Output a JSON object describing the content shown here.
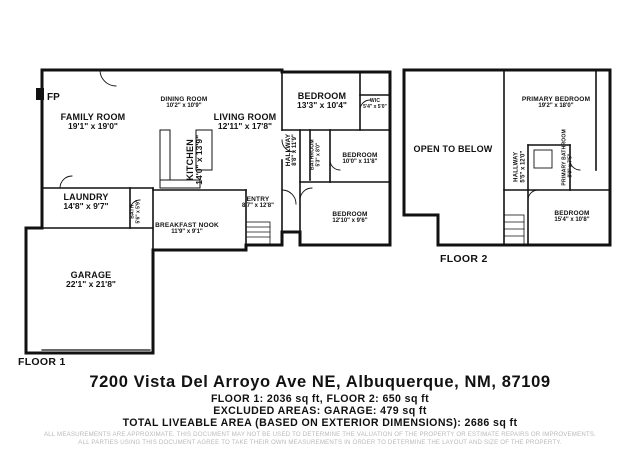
{
  "rooms": {
    "family_room": {
      "name": "FAMILY ROOM",
      "dims": "19'1\" x 19'0\""
    },
    "fireplace": {
      "label": "FP"
    },
    "dining_room": {
      "name": "DINING ROOM",
      "dims": "10'2\" x 10'9\""
    },
    "living_room": {
      "name": "LIVING ROOM",
      "dims": "12'11\" x 17'8\""
    },
    "bedroom_1": {
      "name": "BEDROOM",
      "dims": "13'3\" x 10'4\""
    },
    "wic": {
      "name": "WIC",
      "dims": "5'4\" x 5'0\""
    },
    "hallway_1": {
      "name": "HALLWAY",
      "dims": "8'8\" x 11'9\""
    },
    "bathroom_1": {
      "name": "BATHROOM",
      "dims": "5'3\" x 8'0\""
    },
    "bedroom_2": {
      "name": "BEDROOM",
      "dims": "10'0\" x 11'8\""
    },
    "kitchen": {
      "name": "KITCHEN",
      "dims": "14'0\" x 13'9\""
    },
    "entry": {
      "name": "ENTRY",
      "dims": "8'7\" x 12'8\""
    },
    "bedroom_3": {
      "name": "BEDROOM",
      "dims": "12'10\" x 9'6\""
    },
    "laundry": {
      "name": "LAUNDRY",
      "dims": "14'8\" x 9'7\""
    },
    "bath_small": {
      "name": "BATH",
      "dims": "5'6\" x 5'9\""
    },
    "breakfast_nook": {
      "name": "BREAKFAST NOOK",
      "dims": "11'9\" x 9'1\""
    },
    "garage": {
      "name": "GARAGE",
      "dims": "22'1\" x 21'8\""
    },
    "open_to_below": {
      "name": "OPEN TO BELOW"
    },
    "primary_bedroom": {
      "name": "PRIMARY BEDROOM",
      "dims": "19'2\" x 18'0\""
    },
    "hallway_2": {
      "name": "HALLWAY",
      "dims": "5'5\" x 12'0\""
    },
    "primary_bathroom": {
      "name": "PRIMARY BATHROOM",
      "dims": "8'0\" x 7'5\""
    },
    "bedroom_4": {
      "name": "BEDROOM",
      "dims": "15'4\" x 10'8\""
    }
  },
  "floor_labels": {
    "floor1": "FLOOR 1",
    "floor2": "FLOOR 2"
  },
  "footer": {
    "address": "7200 Vista Del Arroyo Ave NE, Albuquerque, NM, 87109",
    "floor_areas": "FLOOR 1: 2036 sq ft, FLOOR 2: 650 sq ft",
    "excluded": "EXCLUDED AREAS: GARAGE: 479 sq ft",
    "total": "TOTAL LIVEABLE AREA (BASED ON EXTERIOR DIMENSIONS): 2686 sq ft",
    "disclaimer_1": "ALL MEASUREMENTS ARE APPROXIMATE. THIS DOCUMENT MAY NOT BE USED TO DETERMINE THE VALUATION OF THE PROPERTY OR ESTIMATE REPAIRS OR IMPROVEMENTS.",
    "disclaimer_2": "ALL PARTIES USING THIS DOCUMENT AGREE TO TAKE THEIR OWN MEASUREMENTS IN ORDER TO DETERMINE THE LAYOUT AND SIZE OF THE PROPERTY."
  }
}
